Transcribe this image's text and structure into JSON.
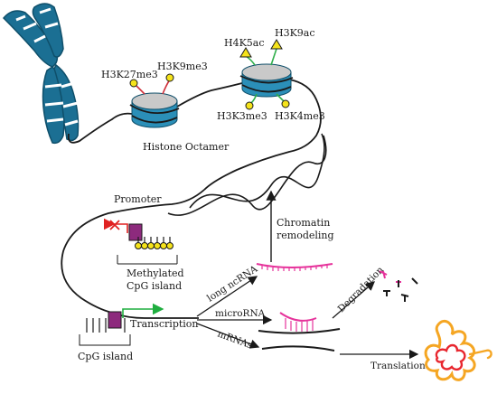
{
  "labels": {
    "h3k27me3": "H3K27me3",
    "h3k9me3": "H3K9me3",
    "h4k5ac": "H4K5ac",
    "h3k9ac": "H3K9ac",
    "h3k3me3": "H3K3me3",
    "h3k4me3": "H3K4me3",
    "histone_octamer": "Histone Octamer",
    "promoter": "Promoter",
    "chromatin_remodeling_1": "Chromatin",
    "chromatin_remodeling_2": "remodeling",
    "methylated_cpg_1": "Methylated",
    "methylated_cpg_2": "CpG island",
    "cpg_island": "CpG island",
    "transcription": "Transcription",
    "long_ncrna": "long ncRNA",
    "microrna": "microRNA",
    "mrnas": "mRNAs",
    "degradation": "Degradation",
    "translation": "Translation"
  },
  "colors": {
    "chromosome": "#1b6f93",
    "histone_top": "#c9c9c9",
    "histone_side": "#2b8fb8",
    "methyl_mark": "#f5e31b",
    "methyl_stem": "#d0313b",
    "acetyl_stem": "#2fae4a",
    "promoter_box": "#8d2a7d",
    "blocked_arrow": "#e02222",
    "active_arrow": "#1fae3f",
    "ncrna": "#e6339b",
    "protein_outer": "#f5a623",
    "protein_inner": "#e8262e"
  }
}
